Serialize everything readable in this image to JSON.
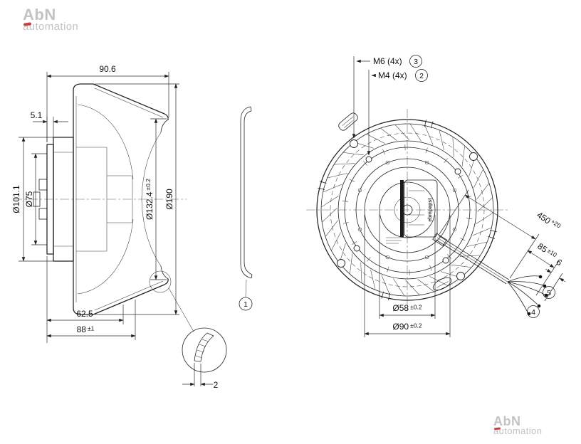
{
  "watermark": {
    "brand": "AbN",
    "sub": "automation"
  },
  "side_view": {
    "dim_total_depth": "90.6",
    "dim_flange_thickness": "5.1",
    "dim_motor_diameter": "Ø101.1",
    "dim_bearing_diameter": "Ø75",
    "dim_inlet_diameter": "Ø132.4",
    "dim_inlet_tol": "±0.2",
    "dim_outer_diameter": "Ø190",
    "dim_depth_62": "62.5",
    "dim_depth_88": "88",
    "dim_depth_88_tol": "±1",
    "detail_thickness": "2",
    "callout_inlet_ring": "1"
  },
  "front_view": {
    "thread_m6": "M6 (4x)",
    "callout_m6": "3",
    "thread_m4": "M4 (4x)",
    "callout_m4": "2",
    "dim_hub_diameter": "Ø58",
    "dim_hub_tol": "±0.2",
    "dim_pilot_diameter": "Ø90",
    "dim_pilot_tol": "±0.2",
    "dim_cable_length": "450",
    "dim_cable_length_tol": "+20",
    "dim_strip_length": "85",
    "dim_strip_tol": "±10",
    "dim_tinned_length": "6",
    "callout_wire_end": "5",
    "callout_leads": "4",
    "motor_logo": "ebmpapst"
  }
}
